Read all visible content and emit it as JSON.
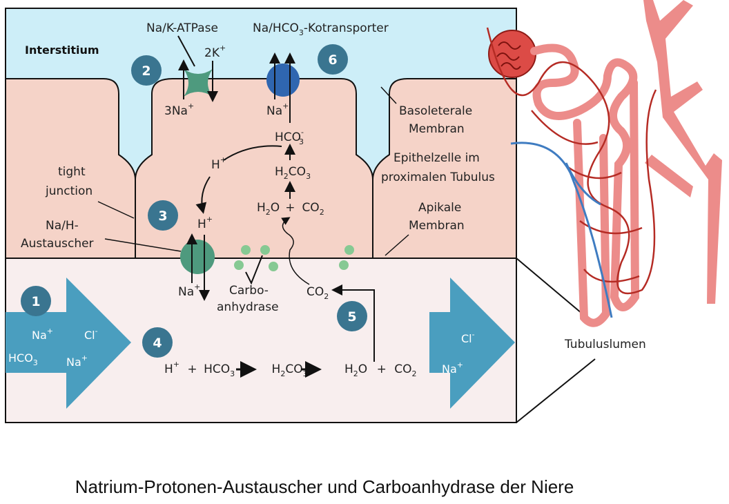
{
  "regions": {
    "interstitium": "Interstitium",
    "tubular_lumen": "Tubuluslumen"
  },
  "labels": {
    "na_k_atpase": "Na/K-ATPase",
    "two_k": "2K",
    "three_na": "3Na",
    "na_hco3_cotransporter": "Na/HCO",
    "na_hco3_suffix": "-Kotransporter",
    "tight_junction_1": "tight",
    "tight_junction_2": "junction",
    "na_h_exchanger_1": "Na/H-",
    "na_h_exchanger_2": "Austauscher",
    "basolateral_1": "Basoleterale",
    "basolateral_2": "Membran",
    "epithelial_1": "Epithelzelle im",
    "epithelial_2": "proximalen Tubulus",
    "apical_1": "Apikale",
    "apical_2": "Membran",
    "carbonic_1": "Carbo-",
    "carbonic_2": "anhydrase"
  },
  "chemistry": {
    "h_plus": "H",
    "na_plus": "Na",
    "cl_minus": "Cl",
    "hco3": "HCO",
    "h2co3": "H",
    "h2o": "H",
    "co2": "CO",
    "plus_sign": "+",
    "minus_sign": "-",
    "sub_2": "2",
    "sub_3": "3",
    "co3_tail": "CO",
    "o_tail": "O"
  },
  "steps": [
    "1",
    "2",
    "3",
    "4",
    "5",
    "6"
  ],
  "colors": {
    "interstitium": "#cdeef8",
    "cell": "#f5d3c8",
    "lumen": "#f8eeee",
    "step_circle": "#3a7590",
    "lumen_arrow": "#4a9ebf",
    "exchanger": "#4e9a7e",
    "cotransporter": "#2f66b0",
    "enzyme_dots": "#86c993",
    "vessel_red": "#ec8c8a",
    "capillary_dark": "#b52b24",
    "vein_blue": "#3f7cc1"
  },
  "caption": "Natrium-Protonen-Austauscher und Carboanhydrase der Niere"
}
